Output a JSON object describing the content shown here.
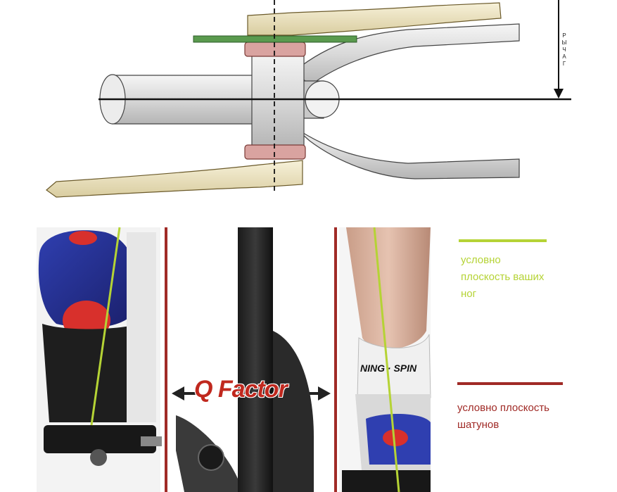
{
  "diagram": {
    "lever_label": "РЫЧАГ",
    "q_factor_label": "Q Factor",
    "legend": {
      "legs_line_text": "условно плоскость ваших ног",
      "legs_line_lines": [
        "условно",
        "плоскость ваших",
        "ног"
      ],
      "cranks_line_text": "условно плоскость шатунов",
      "cranks_line_lines": [
        "условно плоскость",
        "шатунов"
      ]
    },
    "colors": {
      "legs_line": "#b5d335",
      "cranks_line": "#a02a26",
      "q_factor_text": "#c0281e",
      "frame": "#e6e6e6",
      "crank_arm": "#efe6c4",
      "chainring": "#3f7a3f"
    }
  }
}
